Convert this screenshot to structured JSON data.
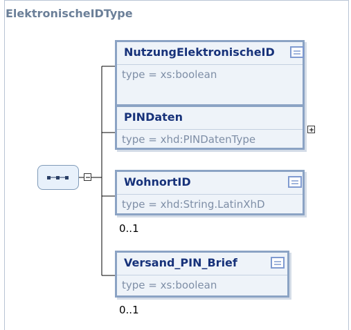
{
  "title": "ElektronischeIDType",
  "elements": [
    {
      "name": "NutzungElektronischeID",
      "type": "type = xs:boolean",
      "occurrence": ""
    },
    {
      "name": "PINDaten",
      "type": "type = xhd:PINDatenType",
      "occurrence": ""
    },
    {
      "name": "WohnortID",
      "type": "type = xhd:String.LatinXhD",
      "occurrence": "0..1"
    },
    {
      "name": "Versand_PIN_Brief",
      "type": "type = xs:boolean",
      "occurrence": "0..1"
    }
  ],
  "icons": {
    "sequence": "sequence-compositor-icon",
    "collapse": "minus-toggle-icon",
    "expand": "plus-toggle-icon",
    "documentation": "documentation-icon"
  }
}
